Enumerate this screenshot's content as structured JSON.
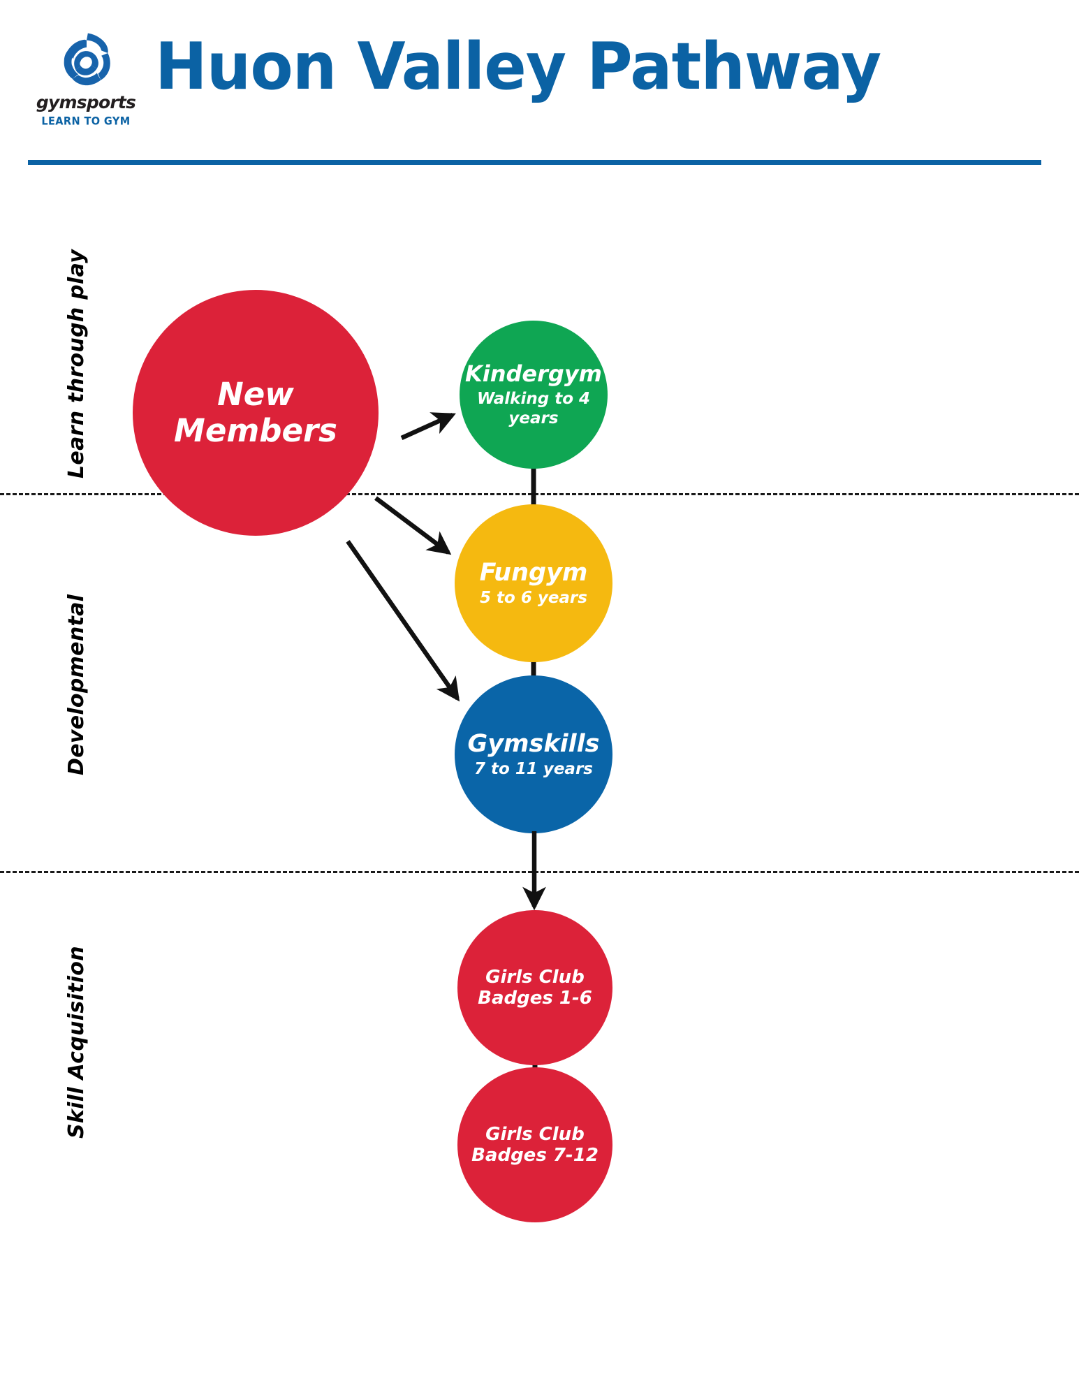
{
  "header": {
    "title": "Huon Valley Pathway",
    "logo": {
      "icon": "gymsports-swirl-logo",
      "wordmark": "gymsports",
      "tagline": "LEARN TO GYM"
    },
    "rule_color": "#0b62a4"
  },
  "colors": {
    "brand_blue": "#0b62a4",
    "red": "#dc2239",
    "green": "#0fa653",
    "yellow": "#f5b910",
    "blue": "#0a65a8",
    "divider": "#1a1a1a"
  },
  "stages": [
    {
      "id": "learn-through-play",
      "label": "Learn through play"
    },
    {
      "id": "developmental",
      "label": "Developmental"
    },
    {
      "id": "skill-acquisition",
      "label": "Skill Acquisition"
    }
  ],
  "chart_data": {
    "type": "diagram",
    "title": "Huon Valley Pathway",
    "layout": "flowchart",
    "bands": [
      "Learn through play",
      "Developmental",
      "Skill Acquisition"
    ],
    "nodes": [
      {
        "id": "new-members",
        "title": "New Members",
        "subtitle": "",
        "color": "#dc2239",
        "band": "Learn through play"
      },
      {
        "id": "kindergym",
        "title": "Kindergym",
        "subtitle": "Walking to 4 years",
        "color": "#0fa653",
        "band": "Learn through play"
      },
      {
        "id": "fungym",
        "title": "Fungym",
        "subtitle": "5 to 6 years",
        "color": "#f5b910",
        "band": "Developmental"
      },
      {
        "id": "gymskills",
        "title": "Gymskills",
        "subtitle": "7 to 11 years",
        "color": "#0a65a8",
        "band": "Developmental"
      },
      {
        "id": "girls-1-6",
        "title": "Girls Club Badges 1-6",
        "subtitle": "",
        "color": "#dc2239",
        "band": "Skill Acquisition"
      },
      {
        "id": "girls-7-12",
        "title": "Girls Club Badges 7-12",
        "subtitle": "",
        "color": "#dc2239",
        "band": "Skill Acquisition"
      }
    ],
    "edges": [
      {
        "from": "new-members",
        "to": "kindergym",
        "style": "arrow"
      },
      {
        "from": "new-members",
        "to": "fungym",
        "style": "arrow"
      },
      {
        "from": "new-members",
        "to": "gymskills",
        "style": "arrow"
      },
      {
        "from": "kindergym",
        "to": "fungym",
        "style": "line"
      },
      {
        "from": "fungym",
        "to": "gymskills",
        "style": "line"
      },
      {
        "from": "gymskills",
        "to": "girls-1-6",
        "style": "arrow"
      },
      {
        "from": "girls-1-6",
        "to": "girls-7-12",
        "style": "line"
      }
    ]
  },
  "nodes": {
    "new_members": {
      "title": "New Members",
      "line1": "New",
      "line2": "Members"
    },
    "kindergym": {
      "title": "Kindergym",
      "subtitle": "Walking to 4 years"
    },
    "fungym": {
      "title": "Fungym",
      "subtitle": "5 to 6 years"
    },
    "gymskills": {
      "title": "Gymskills",
      "subtitle": "7 to 11 years"
    },
    "girls_1_6": {
      "line1": "Girls Club",
      "line2": "Badges 1-6"
    },
    "girls_7_12": {
      "line1": "Girls Club",
      "line2": "Badges 7-12"
    }
  }
}
